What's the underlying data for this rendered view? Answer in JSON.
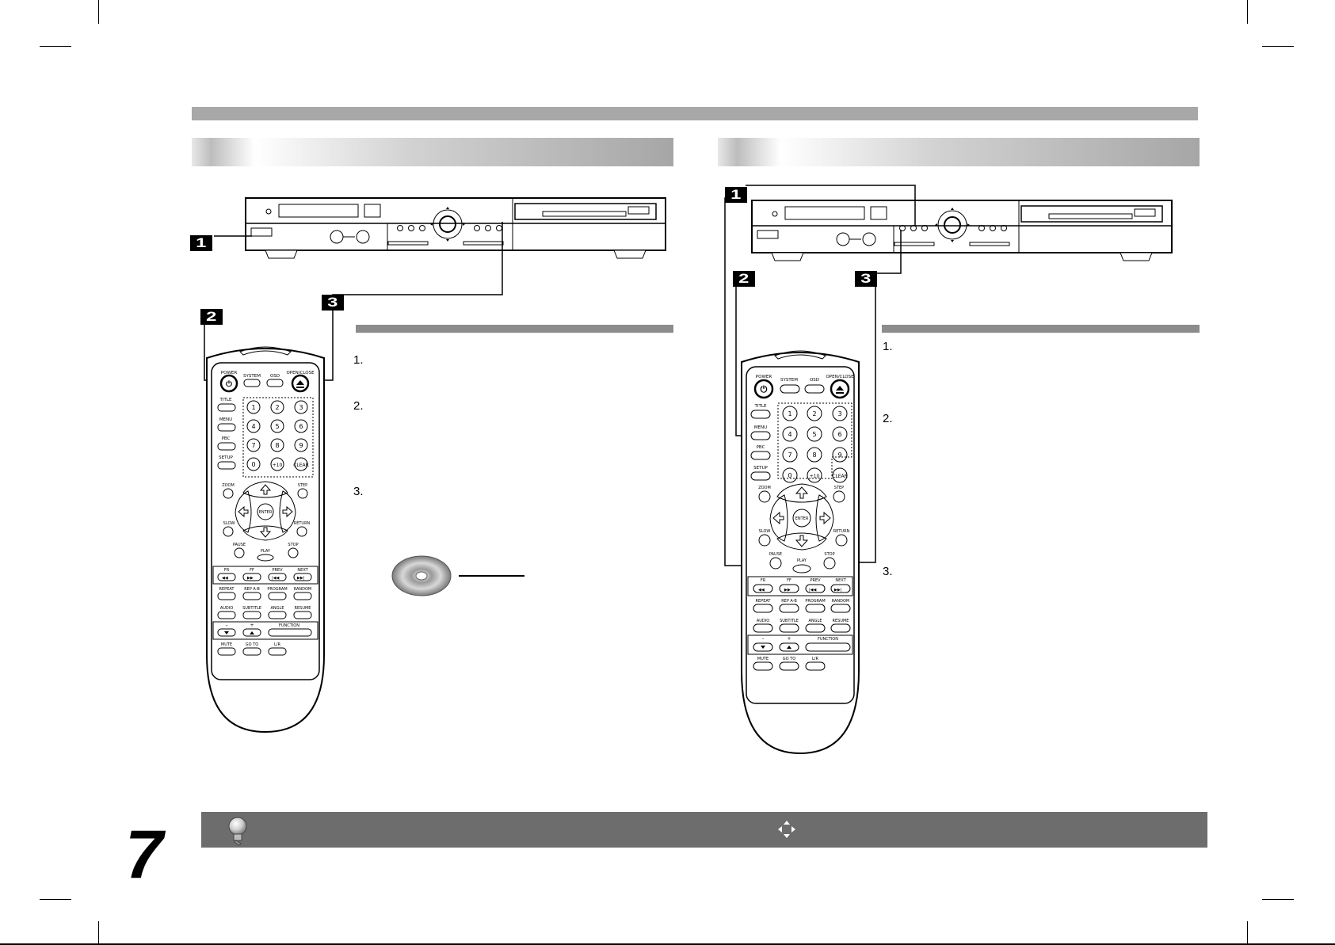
{
  "page": {
    "number": "7"
  },
  "left": {
    "callouts": [
      "1",
      "2",
      "3"
    ],
    "steps": [
      "1.",
      "2.",
      "3."
    ]
  },
  "right": {
    "callouts": [
      "1",
      "2",
      "3"
    ],
    "steps": [
      "1.",
      "2.",
      "3."
    ]
  },
  "remote": {
    "top_buttons": [
      "POWER",
      "SYSTEM",
      "OSD",
      "OPEN/CLOSE"
    ],
    "side_buttons": [
      "TITLE",
      "MENU",
      "PBC",
      "SETUP"
    ],
    "digits": [
      "1",
      "2",
      "3",
      "4",
      "5",
      "6",
      "7",
      "8",
      "9",
      "0",
      "+10",
      "CLEAR"
    ],
    "nav": [
      "ZOOM",
      "STEP",
      "ENTER",
      "SLOW",
      "RETURN",
      "PAUSE",
      "PLAY",
      "STOP"
    ],
    "transport": [
      "FR",
      "FF",
      "PREV",
      "NEXT"
    ],
    "row1": [
      "REPEAT",
      "REP A-B",
      "PROGRAM",
      "RANDOM"
    ],
    "row2": [
      "AUDIO",
      "SUBTITLE",
      "ANGLE",
      "RESUME"
    ],
    "vol": [
      "–",
      "+",
      "FUNCTION"
    ],
    "row3": [
      "MUTE",
      "GO TO",
      "L/R"
    ]
  },
  "colors": {
    "bar": "#a8a8a8",
    "footer": "#6d6d6d",
    "subbar": "#8c8c8c"
  },
  "icons": [
    "lightbulb-icon",
    "navigation-arrows-icon",
    "disc-icon"
  ]
}
